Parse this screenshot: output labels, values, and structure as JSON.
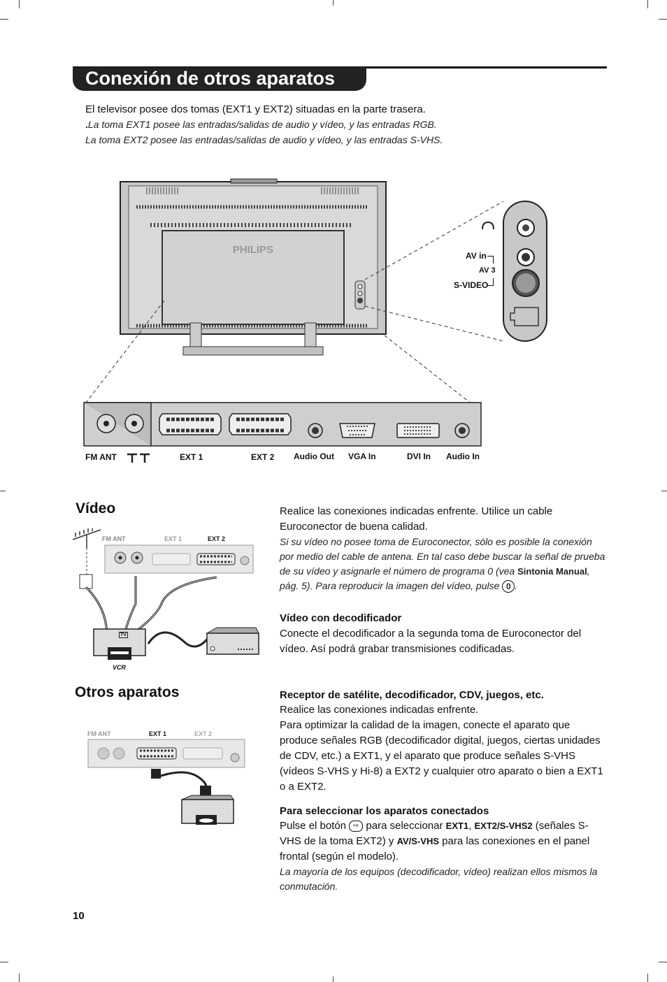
{
  "title": "Conexión de otros aparatos",
  "intro": {
    "line1": "El televisor posee dos tomas (EXT1 y EXT2) situadas en la parte trasera.",
    "line2_prefix": ".",
    "line2": "La toma EXT1 posee las entradas/salidas de audio y vídeo, y las entradas RGB.",
    "line3": "La toma EXT2 posee las entradas/salidas de audio y vídeo, y las entradas S-VHS."
  },
  "tv_diagram": {
    "brand": "PHILIPS",
    "side_panel_labels": {
      "av_in": "AV in",
      "av3": "AV 3",
      "svideo": "S-VIDEO"
    },
    "rear_labels": {
      "fm_ant": "FM ANT",
      "ext1": "EXT 1",
      "ext2": "EXT 2",
      "audio_out": "Audio Out",
      "vga_in": "VGA In",
      "dvi_in": "DVI In",
      "audio_in": "Audio In"
    }
  },
  "video_section": {
    "heading": "Vídeo",
    "diagram_labels": {
      "fm_ant": "FM ANT",
      "ext1": "EXT 1",
      "ext2": "EXT 2",
      "vcr": "VCR",
      "tv": "TV"
    },
    "p1": "Realice las conexiones indicadas enfrente. Utilice un cable Euroconector de buena calidad.",
    "it1": "Si su vídeo no posee toma de Euroconector, sólo es posible la conexión por medio del cable de antena. En tal caso debe buscar la señal de prueba de su vídeo y asignarle el número de programa 0 (vea ",
    "it_bold": "Sintonia Manual",
    "it2": ", pág. 5). Para reproducir la imagen del vídeo, pulse ",
    "key0": "0",
    "it_end": ".",
    "sub_heading": "Vídeo con decodificador",
    "p2": "Conecte el decodificador a la segunda toma de Euroconector del vídeo. Así podrá grabar transmisiones codificadas."
  },
  "otros_section": {
    "heading": "Otros aparatos",
    "diagram_labels": {
      "fm_ant": "FM ANT",
      "ext1": "EXT 1",
      "ext2": "EXT 2"
    },
    "sub_heading1": "Receptor de satélite, decodificador, CDV, juegos, etc.",
    "p1": "Realice las conexiones indicadas enfrente.",
    "p2": "Para optimizar la calidad de la imagen, conecte el aparato que produce señales RGB (decodificador digital, juegos, ciertas unidades de CDV, etc.) a EXT1, y el aparato que produce señales S-VHS (vídeos S-VHS y Hi-8) a EXT2 y cualquier otro aparato o bien a EXT1 o a EXT2.",
    "sub_heading2": "Para seleccionar los aparatos conectados",
    "sel_a": "Pulse el botón ",
    "sel_b": " para seleccionar ",
    "ext1": "EXT1",
    "comma": ", ",
    "ext2": "EXT2/S-VHS2",
    "sel_c": " (señales S-VHS de la toma EXT2) y ",
    "avsvhs": "AV/S-VHS",
    "sel_d": " para las conexiones en el panel frontal (según el modelo).",
    "note": "La mayoría de los equipos (decodificador, vídeo) realizan ellos mismos la conmutación."
  },
  "page_number": "10"
}
